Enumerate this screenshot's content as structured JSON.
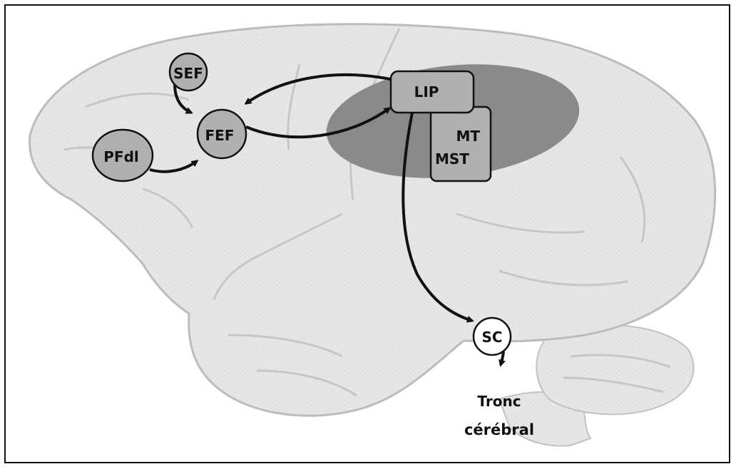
{
  "nodes": {
    "sef": {
      "label": "SEF"
    },
    "fef": {
      "label": "FEF"
    },
    "pfdl": {
      "label": "PFdl"
    },
    "lip": {
      "label": "LIP"
    },
    "mt": {
      "label": "MT"
    },
    "mst": {
      "label": "MST"
    },
    "sc": {
      "label": "SC"
    }
  },
  "brainstem": {
    "line1": "Tronc",
    "line2": "cérébral"
  },
  "colors": {
    "brain": "#e4e4e4",
    "brain_outline": "#bdbdbd",
    "parietal_region": "#8a8a8a",
    "node_fill": "#b0b0b0",
    "sc_fill": "#ffffff",
    "arrow": "#111111"
  }
}
